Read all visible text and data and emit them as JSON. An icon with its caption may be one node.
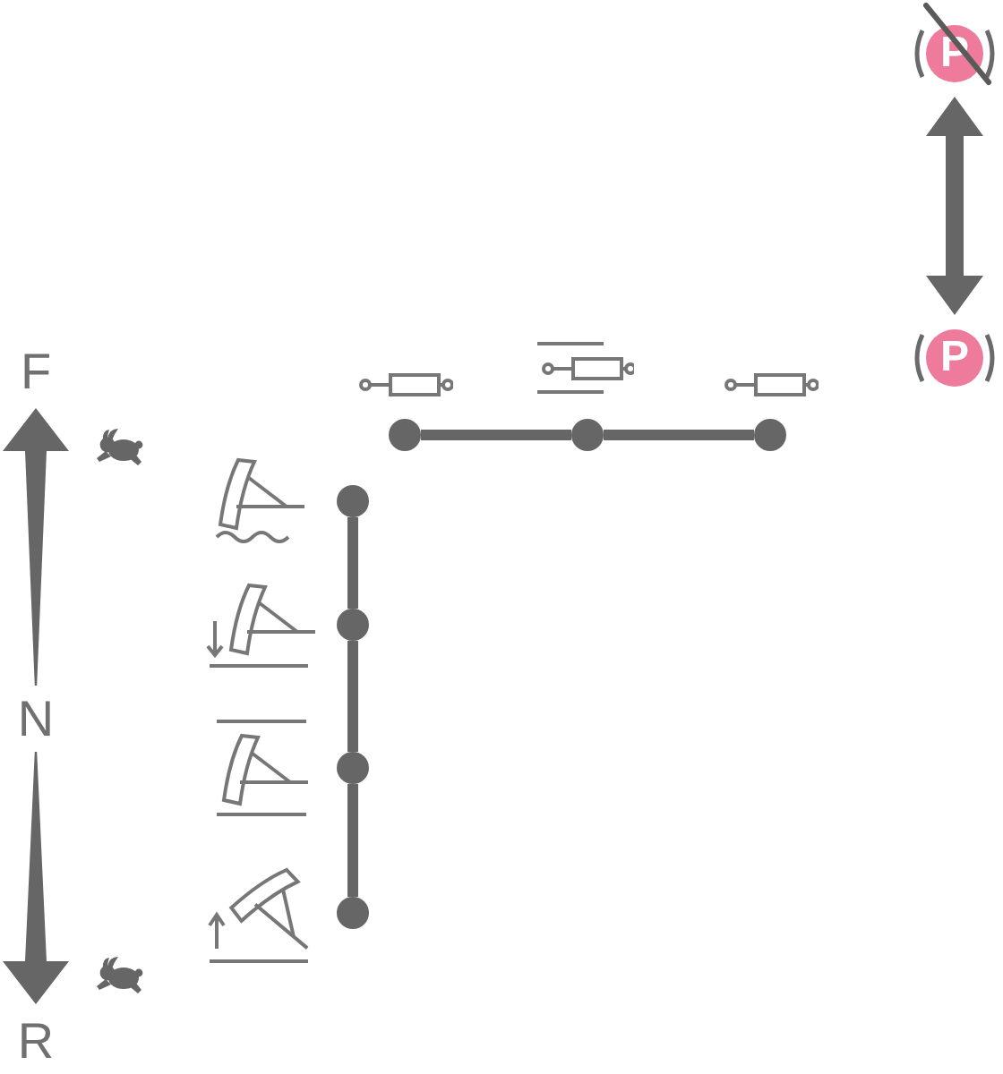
{
  "diagram": {
    "nodes": [
      {
        "text": [
          "F"
        ]
      },
      {
        "text": [
          "N"
        ]
      },
      {
        "text": [
          "R"
        ]
      },
      {
        "text": [
          "P"
        ]
      },
      {
        "text": [
          "P"
        ]
      },
      {
        "text": [],
        "shape": "circle"
      },
      {
        "text": [],
        "shape": "circle"
      },
      {
        "text": [],
        "shape": "circle"
      },
      {
        "text": [],
        "shape": "circle"
      },
      {
        "text": [],
        "shape": "circle"
      },
      {
        "text": [],
        "shape": "circle"
      },
      {
        "text": [],
        "shape": "circle"
      }
    ],
    "edges": [
      {
        "from": 1,
        "to": 0,
        "arrow": "to",
        "style": "thick"
      },
      {
        "from": 1,
        "to": 2,
        "arrow": "to",
        "style": "thick"
      },
      {
        "from": 3,
        "to": 4,
        "arrow": "both",
        "style": "thick"
      },
      {
        "from": 5,
        "to": 6,
        "arrow": "none"
      },
      {
        "from": 6,
        "to": 7,
        "arrow": "none"
      },
      {
        "from": 8,
        "to": 9,
        "arrow": "none"
      },
      {
        "from": 9,
        "to": 10,
        "arrow": "none"
      },
      {
        "from": 10,
        "to": 11,
        "arrow": "none"
      }
    ]
  }
}
